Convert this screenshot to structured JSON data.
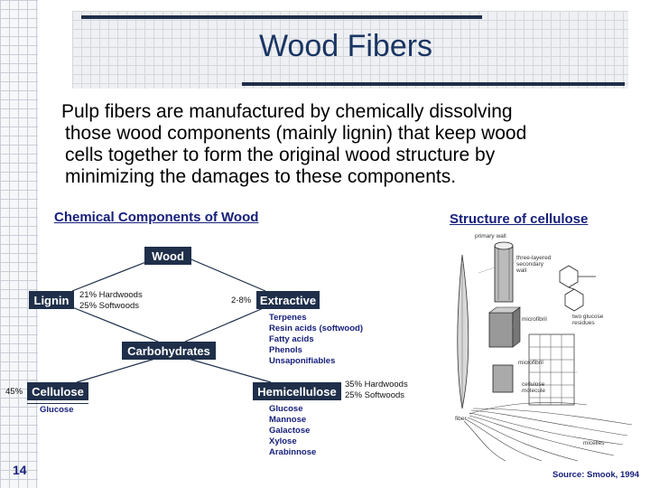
{
  "slide": {
    "title": "Wood Fibers",
    "body_line1": "Pulp fibers are manufactured by chemically dissolving",
    "body_line2": "those wood components (mainly lignin) that keep wood",
    "body_line3": "cells together to form the original wood structure by",
    "body_line4": "minimizing the damages to these components.",
    "page_number": "14"
  },
  "diagram": {
    "left_header": "Chemical Components of Wood",
    "right_header": "Structure of cellulose",
    "wood": "Wood",
    "lignin": "Lignin",
    "lignin_pct1": "21% Hardwoods",
    "lignin_pct2": "25% Softwoods",
    "extractive_pct": "2-8%",
    "extractive": "Extractive",
    "extractive_items": [
      "Terpenes",
      "Resin acids (softwood)",
      "Fatty acids",
      "Phenols",
      "Unsaponifiables"
    ],
    "carbohydrates": "Carbohydrates",
    "cellulose_pct": "45%",
    "cellulose": "Cellulose",
    "cellulose_item": "Glucose",
    "hemicellulose": "Hemicellulose",
    "hemi_pct1": "35% Hardwoods",
    "hemi_pct2": "25% Softwoods",
    "hemi_items": [
      "Glucose",
      "Mannose",
      "Galactose",
      "Xylose",
      "Arabinnose"
    ],
    "source": "Source: Smook, 1994"
  },
  "illustration": {
    "primary_wall": "primary wall",
    "three_layered": "three-layered",
    "secondary": "secondary",
    "wall": "wall",
    "microfibril_top": "microfibril",
    "two_glucose": "two glucose",
    "residues": "residues",
    "microfibril_mid": "microfibril",
    "cellulose": "cellulose",
    "molecule": "molecule",
    "fiber": "fiber",
    "micelles": "micelles"
  }
}
